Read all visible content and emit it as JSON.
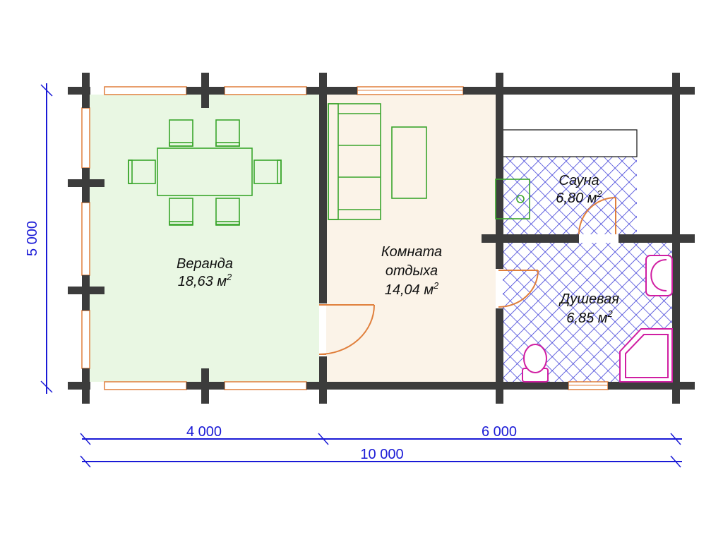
{
  "colors": {
    "veranda_fill": "#e9f7e3",
    "lounge_fill": "#fbf3e8",
    "wall": "#3c3c3c",
    "dimension": "#1a1ad6",
    "window_door": "#e07f3c",
    "furniture": "#3aa52c",
    "sanitary": "#d01ea2",
    "tile": "#3d3dd8"
  },
  "rooms": {
    "veranda": {
      "name": "Веранда",
      "area": "18,63 м"
    },
    "lounge": {
      "name_line1": "Комната",
      "name_line2": "отдыха",
      "area": "14,04 м"
    },
    "sauna": {
      "name": "Сауна",
      "area": "6,80 м"
    },
    "shower": {
      "name": "Душевая",
      "area": "6,85 м"
    },
    "area_superscript": "2"
  },
  "dimensions": {
    "height": "5 000",
    "width_left": "4 000",
    "width_right": "6 000",
    "width_total": "10 000"
  },
  "icons": [
    "dining-table-icon",
    "chair-icon",
    "sofa-icon",
    "coffee-table-icon",
    "stove-icon",
    "toilet-icon",
    "washbasin-icon",
    "shower-cabin-icon",
    "door-swing-icon",
    "window-icon"
  ]
}
